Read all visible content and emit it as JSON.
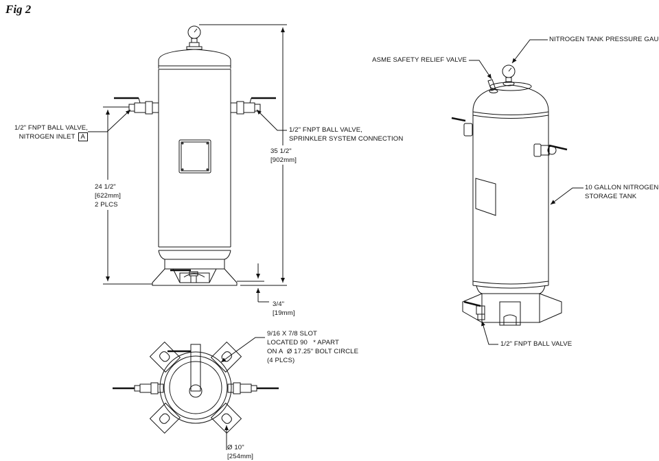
{
  "figure": {
    "title": "Fig 2"
  },
  "front_view": {
    "inlet_valve": {
      "line1": "1/2\" FNPT BALL VALVE,",
      "line2": "NITROGEN INLET",
      "tag": "A"
    },
    "sprinkler_valve": {
      "line1": "1/2\" FNPT BALL VALVE,",
      "line2": "SPRINKLER SYSTEM CONNECTION"
    },
    "height_dim": {
      "value": "35 1/2\"",
      "metric": "[902mm]"
    },
    "valve_height_dim": {
      "value": "24 1/2\"",
      "metric": "[622mm]",
      "note": "2 PLCS"
    },
    "base_dim": {
      "value": "3/4\"",
      "metric": "[19mm]"
    }
  },
  "top_view": {
    "slot_note": {
      "line1": "9/16 X 7/8 SLOT",
      "line2": "LOCATED 90",
      "line2_suffix": "* APART",
      "line3_prefix": "ON A",
      "line3": "Ø 17.25\" BOLT CIRCLE",
      "line4": "(4 PLCS)"
    },
    "diameter_dim": {
      "value": "Ø 10\"",
      "metric": "[254mm]"
    }
  },
  "iso_view": {
    "relief_valve": "ASME SAFETY RELIEF VALVE",
    "pressure_gauge": "NITROGEN TANK PRESSURE GAUGE",
    "storage_tank": {
      "line1": "10 GALLON NITROGEN",
      "line2": "STORAGE TANK"
    },
    "drain_valve": "1/2\" FNPT BALL VALVE"
  }
}
